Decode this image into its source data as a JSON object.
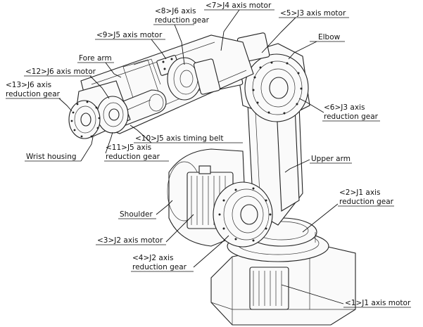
{
  "labels": [
    {
      "id": "j1-motor",
      "lines": [
        "<1>J1 axis motor"
      ]
    },
    {
      "id": "j1-gear",
      "lines": [
        "<2>J1 axis",
        "reduction gear"
      ]
    },
    {
      "id": "j2-motor",
      "lines": [
        "<3>J2 axis motor"
      ]
    },
    {
      "id": "j2-gear",
      "lines": [
        "<4>J2 axis",
        "reduction gear"
      ]
    },
    {
      "id": "j3-motor",
      "lines": [
        "<5>J3 axis motor"
      ]
    },
    {
      "id": "j3-gear",
      "lines": [
        "<6>J3 axis",
        "reduction gear"
      ]
    },
    {
      "id": "j4-motor",
      "lines": [
        "<7>J4 axis motor"
      ]
    },
    {
      "id": "j6-gear-top",
      "lines": [
        "<8>J6 axis",
        "reduction gear"
      ]
    },
    {
      "id": "j5-motor",
      "lines": [
        "<9>J5 axis motor"
      ]
    },
    {
      "id": "j5-belt",
      "lines": [
        "<10>J5 axis timing belt"
      ]
    },
    {
      "id": "j5-gear",
      "lines": [
        "<11>J5 axis",
        "reduction gear"
      ]
    },
    {
      "id": "j6-motor",
      "lines": [
        "<12>J6 axis motor"
      ]
    },
    {
      "id": "j6-gear",
      "lines": [
        "<13>J6 axis",
        "reduction gear"
      ]
    },
    {
      "id": "elbow",
      "lines": [
        "Elbow"
      ]
    },
    {
      "id": "fore-arm",
      "lines": [
        "Fore arm"
      ]
    },
    {
      "id": "upper-arm",
      "lines": [
        "Upper arm"
      ]
    },
    {
      "id": "shoulder",
      "lines": [
        "Shoulder"
      ]
    },
    {
      "id": "wrist-housing",
      "lines": [
        "Wrist housing"
      ]
    }
  ]
}
